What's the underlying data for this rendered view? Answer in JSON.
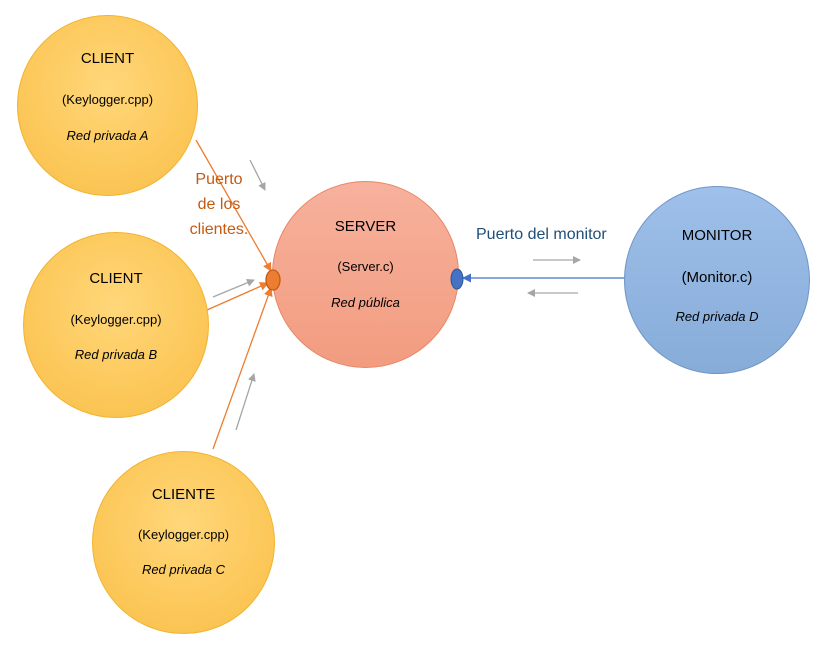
{
  "nodes": {
    "client_a": {
      "title": "CLIENT",
      "program": "(Keylogger.cpp)",
      "network": "Red privada A"
    },
    "client_b": {
      "title": "CLIENT",
      "program": "(Keylogger.cpp)",
      "network": "Red privada B"
    },
    "client_c": {
      "title": "CLIENTE",
      "program": "(Keylogger.cpp)",
      "network": "Red privada C"
    },
    "server": {
      "title": "SERVER",
      "program": "(Server.c)",
      "network": "Red pública"
    },
    "monitor": {
      "title": "MONITOR",
      "program": "(Monitor.c)",
      "network": "Red privada D"
    }
  },
  "labels": {
    "clients_port": [
      "Puerto",
      "de los",
      "clientes."
    ],
    "monitor_port": "Puerto del monitor"
  },
  "colors": {
    "client_fill": "#fcc85a",
    "server_fill": "#f4a488",
    "monitor_fill": "#94b6e1",
    "client_port": "#ed7d31",
    "monitor_port": "#4472c4",
    "clients_label": "#c55a11",
    "monitor_label": "#1f4e79",
    "flow_arrow": "#a6a6a6"
  }
}
